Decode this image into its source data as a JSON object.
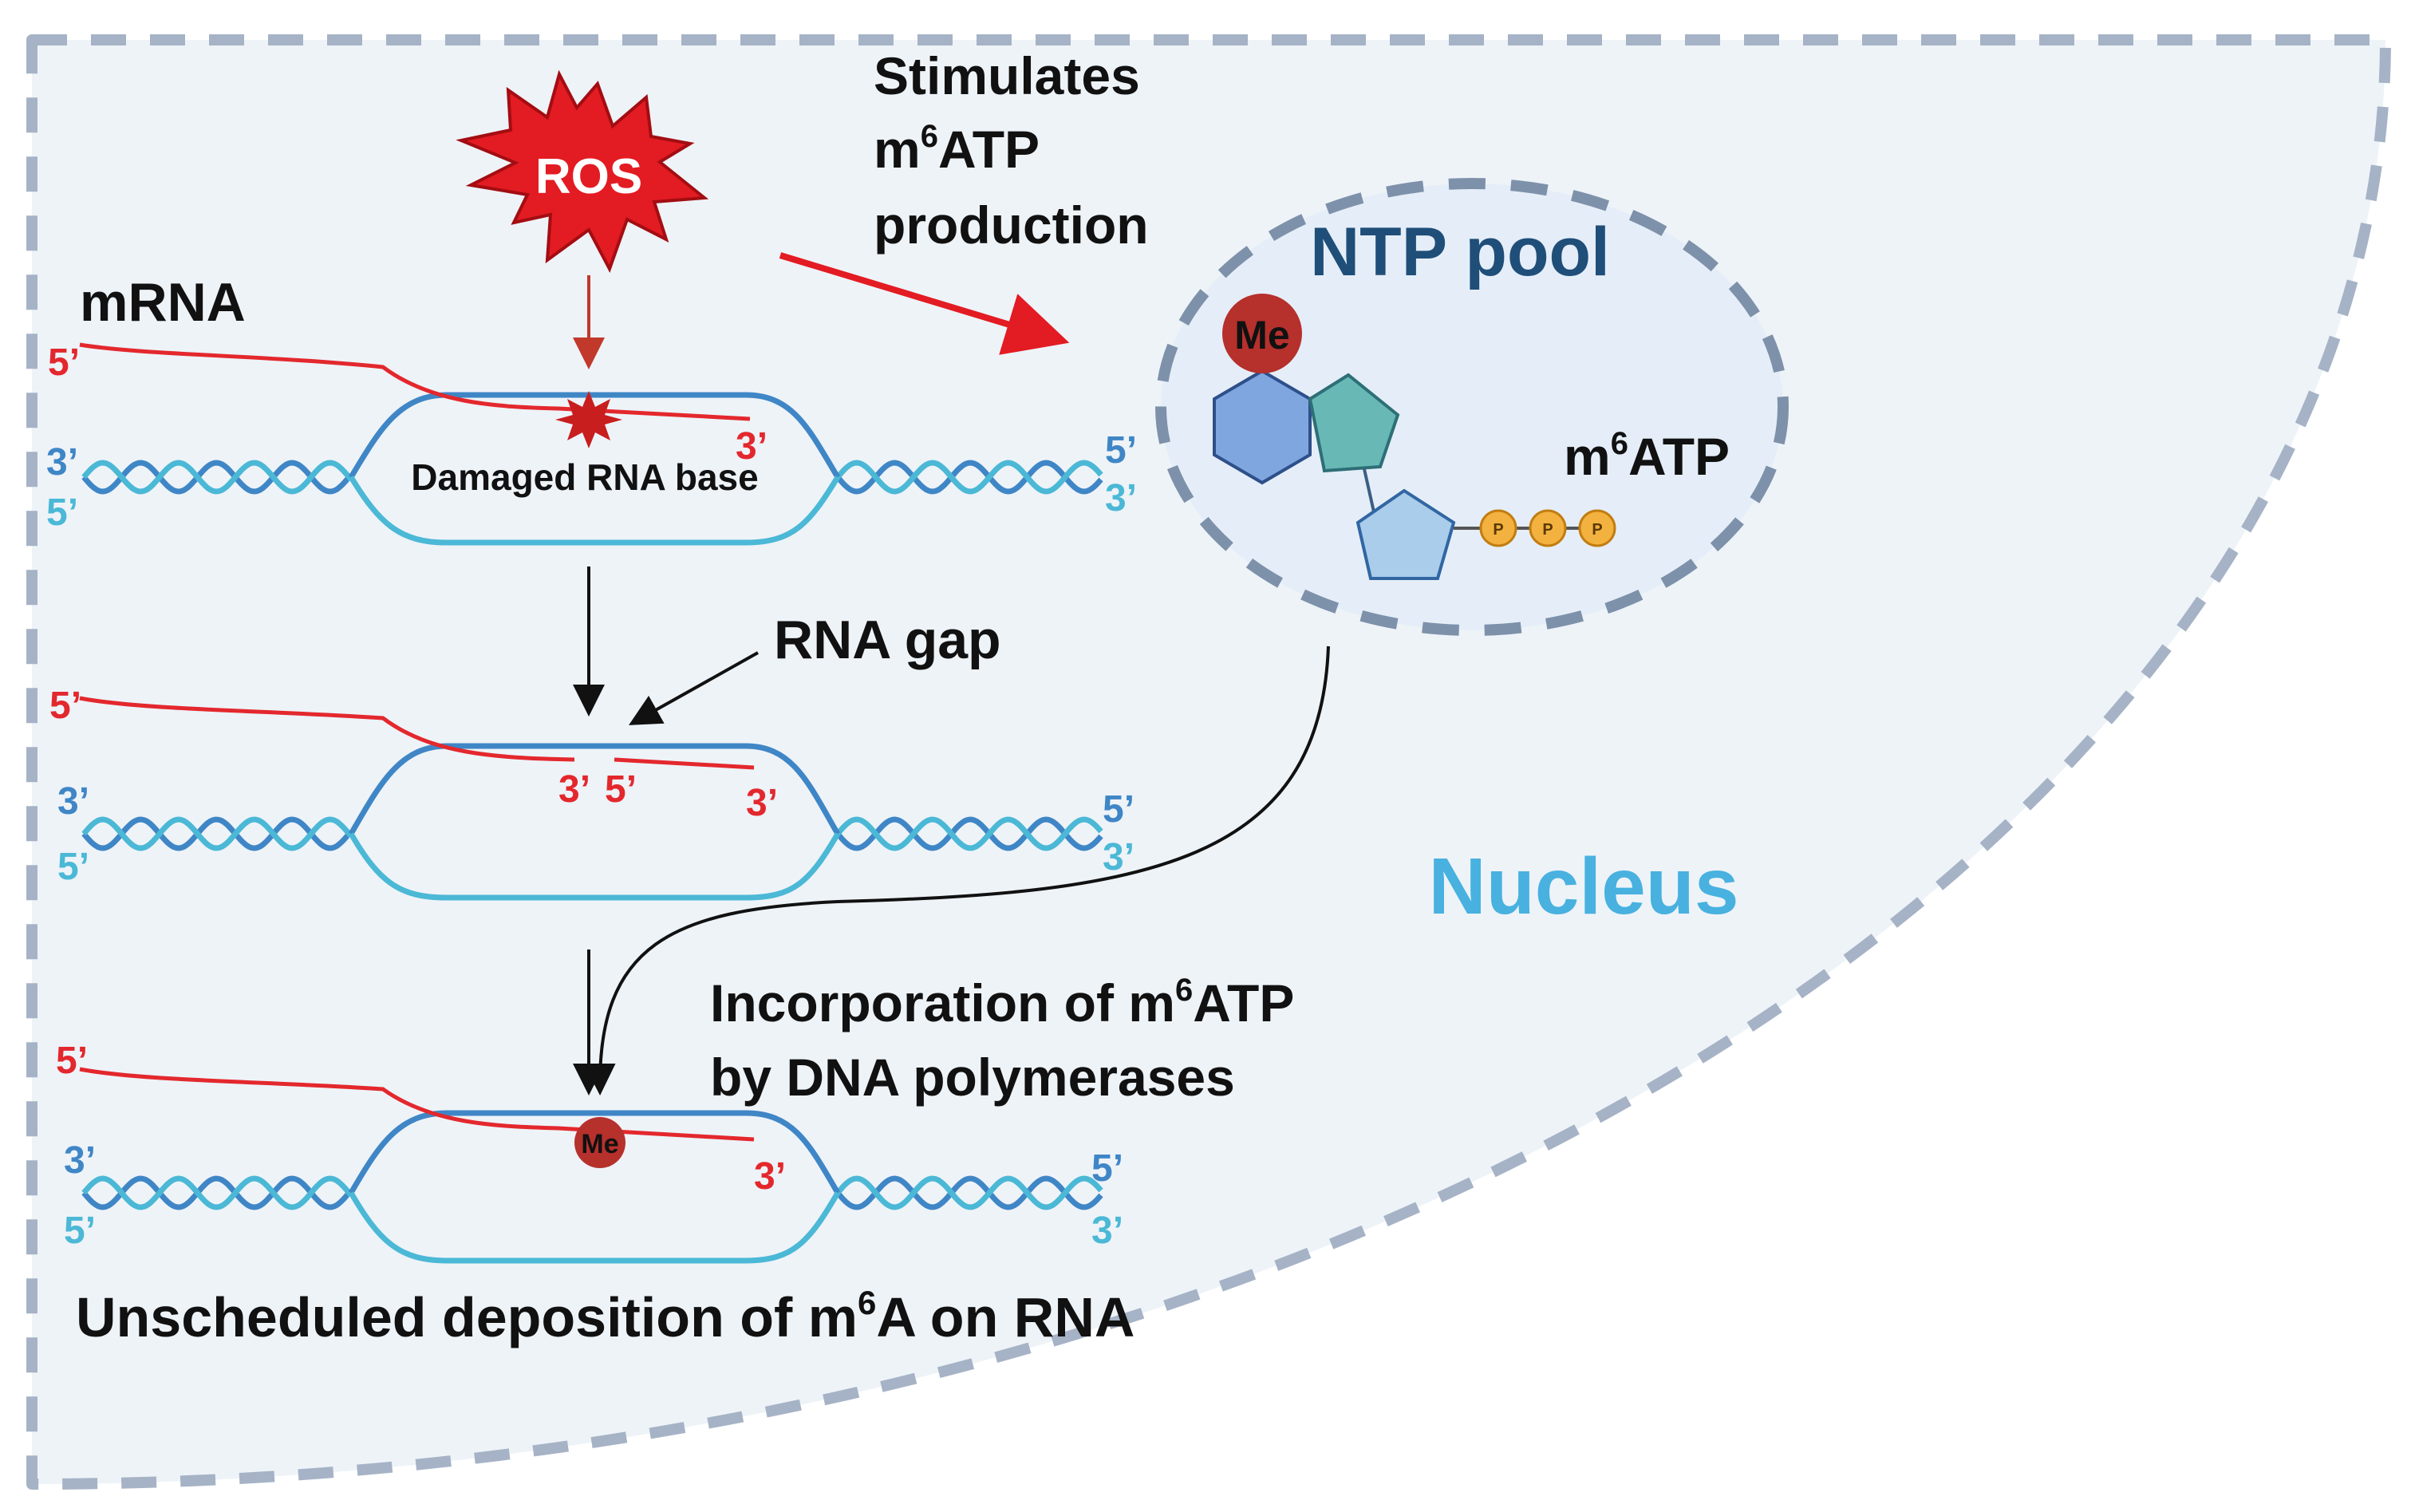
{
  "colors": {
    "nucleus_fill": "#eef3f8",
    "nucleus_border": "#a6b3c6",
    "pool_fill": "#e5eef8",
    "rna": "#e3282d",
    "dna_strand_a": "#3f86c6",
    "dna_strand_b": "#4bb8d6",
    "ros_fill": "#e31b23",
    "me_fill": "#b6302c",
    "hexagon_fill": "#7fa6df",
    "pentagon_fill": "#68b8b6",
    "ribose_fill": "#a9cdea",
    "phosphate_fill": "#f3b23f",
    "nucleus_label": "#48b1df",
    "pool_label": "#1f4e79"
  },
  "labels": {
    "ros": "ROS",
    "stimulates": [
      "Stimulates",
      "m",
      "6",
      "ATP",
      "production"
    ],
    "ntp_pool": "NTP pool",
    "me": "Me",
    "m6atp": {
      "m": "m",
      "sup": "6",
      "rest": "ATP"
    },
    "phosphate": "P",
    "mrna": "mRNA",
    "damaged": "Damaged RNA base",
    "rna_gap": "RNA gap",
    "nucleus": "Nucleus",
    "incorporation": {
      "line1_pre": "Incorporation of m",
      "sup": "6",
      "line1_post": "ATP",
      "line2": "by DNA polymerases"
    },
    "unscheduled": {
      "pre": "Unscheduled deposition of m",
      "sup": "6",
      "post": "A on RNA"
    },
    "five_prime": "5’",
    "three_prime": "3’"
  }
}
